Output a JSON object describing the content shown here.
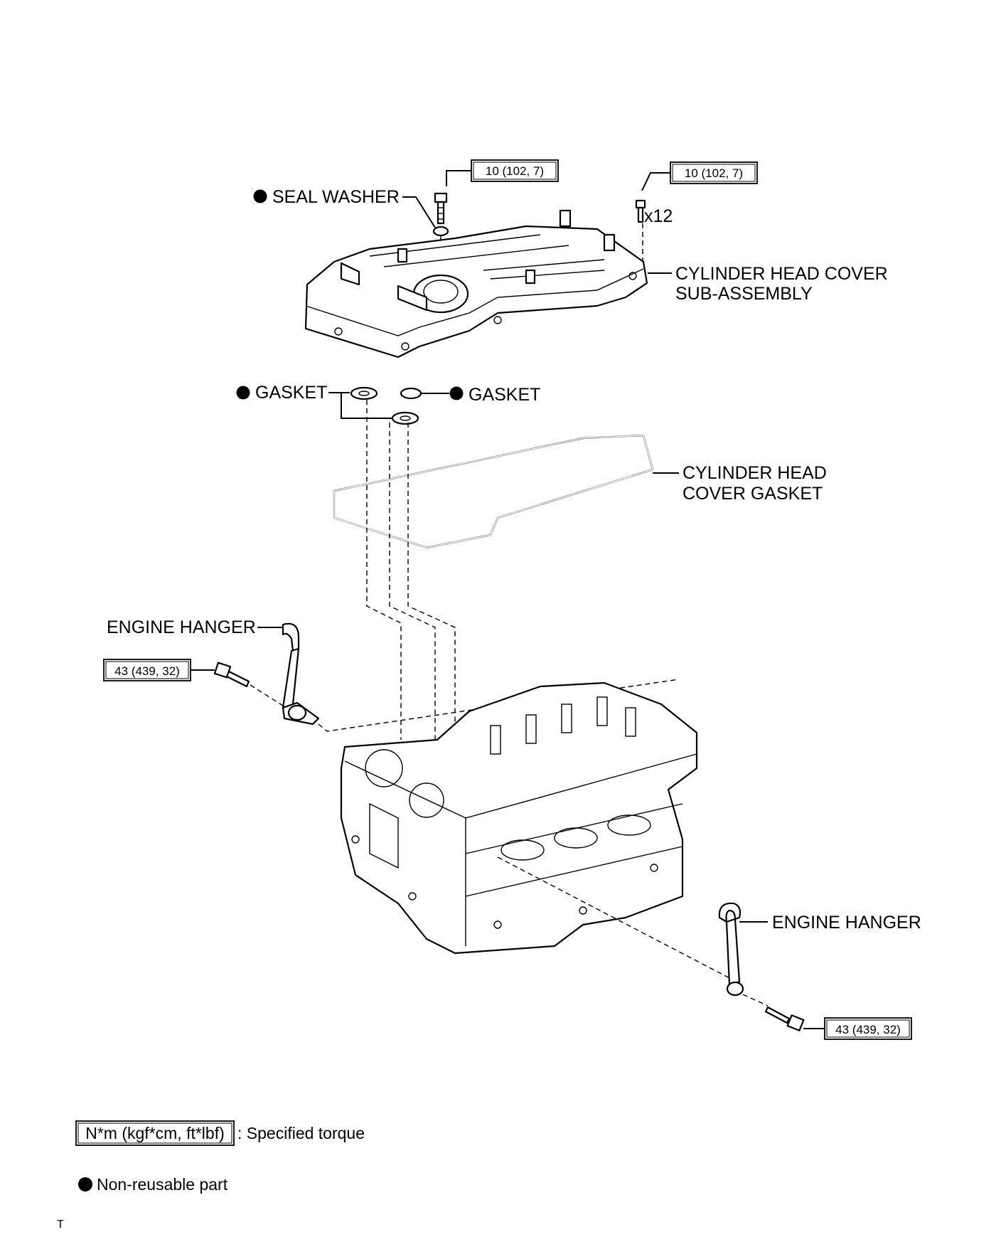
{
  "labels": {
    "seal_washer": "SEAL WASHER",
    "cover_line1": "CYLINDER HEAD COVER",
    "cover_line2": "SUB-ASSEMBLY",
    "gasket_left": "GASKET",
    "gasket_right": "GASKET",
    "cover_gasket_line1": "CYLINDER HEAD",
    "cover_gasket_line2": "COVER GASKET",
    "hanger_left": "ENGINE HANGER",
    "hanger_right": "ENGINE HANGER",
    "qty_bolts": "x12"
  },
  "torque": {
    "cover_bolt_1": "10 (102, 7)",
    "cover_bolt_2": "10 (102, 7)",
    "hanger_left_bolt": "43 (439, 32)",
    "hanger_right_bolt": "43 (439, 32)"
  },
  "legend": {
    "torque_unit": "N*m (kgf*cm, ft*lbf)",
    "torque_desc": ": Specified torque",
    "nonreusable_desc": "Non-reusable part"
  },
  "footer_mark": "T"
}
